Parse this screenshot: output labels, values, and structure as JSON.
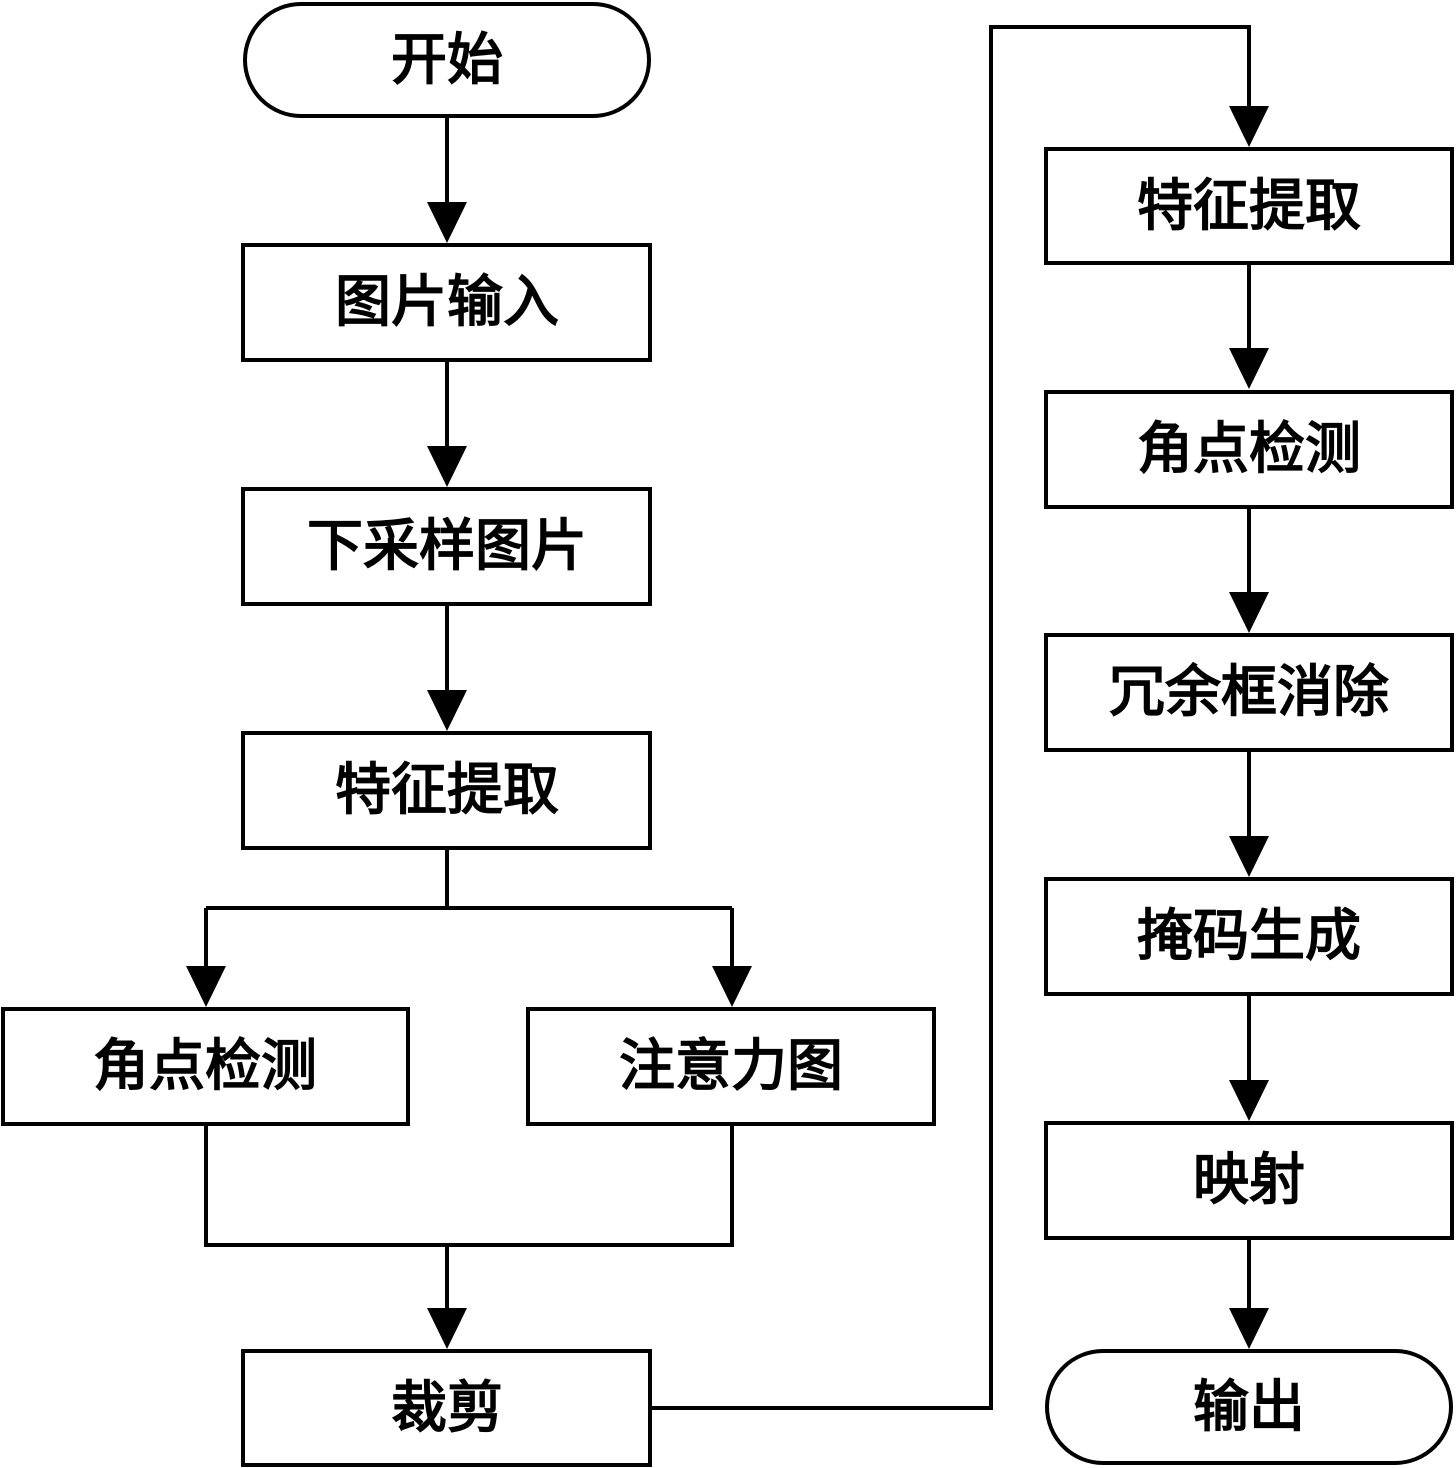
{
  "nodes": {
    "start": "开始",
    "image_input": "图片输入",
    "downsample": "下采样图片",
    "feature_extract_1": "特征提取",
    "corner_detect_1": "角点检测",
    "attention_map": "注意力图",
    "crop": "裁剪",
    "feature_extract_2": "特征提取",
    "corner_detect_2": "角点检测",
    "redundant_box_removal": "冗余框消除",
    "mask_generation": "掩码生成",
    "mapping": "映射",
    "output": "输出"
  },
  "edges": [
    [
      "start",
      "image_input"
    ],
    [
      "image_input",
      "downsample"
    ],
    [
      "downsample",
      "feature_extract_1"
    ],
    [
      "feature_extract_1",
      "corner_detect_1"
    ],
    [
      "feature_extract_1",
      "attention_map"
    ],
    [
      "corner_detect_1",
      "crop"
    ],
    [
      "attention_map",
      "crop"
    ],
    [
      "crop",
      "feature_extract_2"
    ],
    [
      "feature_extract_2",
      "corner_detect_2"
    ],
    [
      "corner_detect_2",
      "redundant_box_removal"
    ],
    [
      "redundant_box_removal",
      "mask_generation"
    ],
    [
      "mask_generation",
      "mapping"
    ],
    [
      "mapping",
      "output"
    ]
  ],
  "colors": {
    "stroke": "#000000",
    "fill": "#ffffff",
    "text": "#000000"
  }
}
